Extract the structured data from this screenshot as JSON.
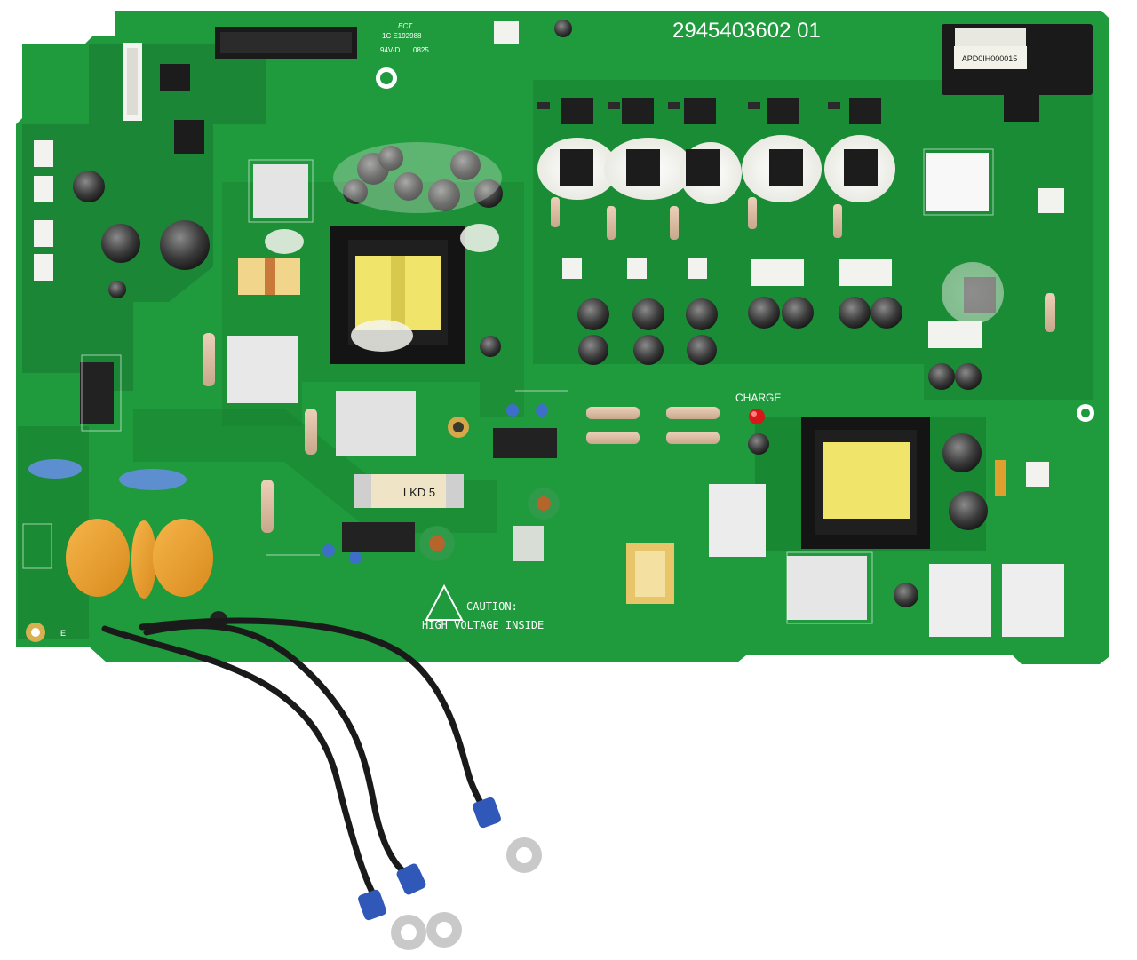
{
  "board": {
    "part_number": "2945403602 01",
    "certification_line1": "ECT",
    "certification_line2": "1C E192988",
    "certification_line3": "94V-D",
    "date_code": "0825",
    "charge_label": "CHARGE",
    "caution_line1": "CAUTION:",
    "caution_line2": "HIGH VOLTAGE INSIDE",
    "fuse_label": "LKD 5",
    "sticker_text": "APD0IH000015",
    "ring_label": "E"
  },
  "colors": {
    "pcb": "#1f9a3d",
    "pcb_dark": "#137a2c",
    "silkscreen": "#ffffff",
    "transformer_core": "#141414",
    "transformer_winding": "#f0e56a",
    "wire": "#1a1a1a",
    "terminal": "#2f58b8"
  }
}
